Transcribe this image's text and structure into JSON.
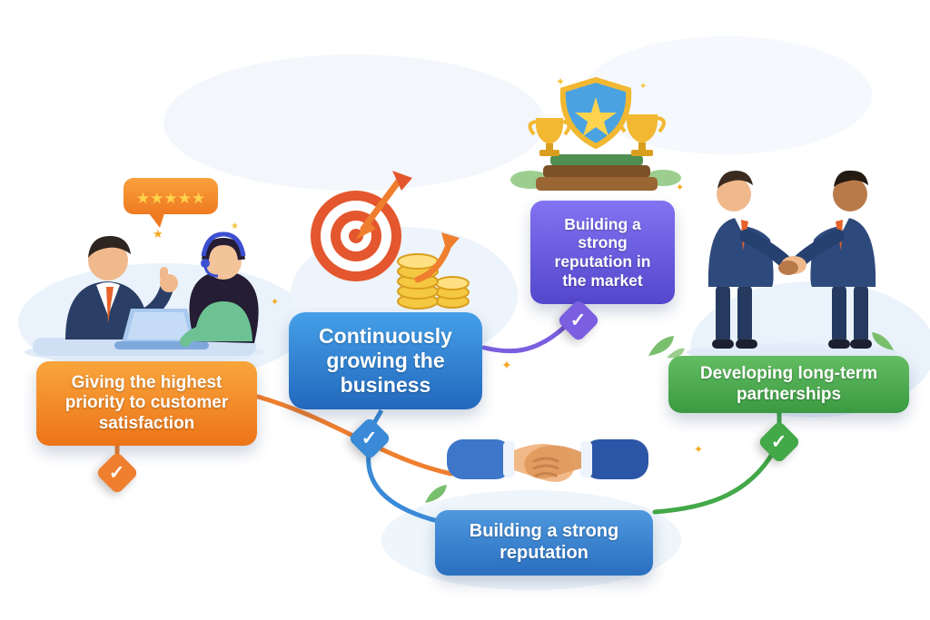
{
  "infographic": {
    "rating_stars": "★★★★★",
    "checkmark_glyph": "✓",
    "sparkle_glyph": "✦",
    "boxes": {
      "customer": {
        "label": "Giving the highest priority to customer satisfaction",
        "color": "#ec7418"
      },
      "growth": {
        "label": "Continuously growing the business",
        "color": "#2268bd"
      },
      "reputation_market": {
        "label": "Building a strong reputation in the market",
        "color": "#5347cc"
      },
      "partnerships": {
        "label": "Developing long-term partnerships",
        "color": "#3b9a41"
      },
      "reputation": {
        "label": "Building a strong reputation",
        "color": "#2a6fc0"
      }
    },
    "checkmarks": {
      "customer_color": "#ef7f2e",
      "growth_color": "#3a8ad8",
      "reputation_market_color": "#7a5fe0",
      "partnerships_color": "#43a848"
    }
  }
}
